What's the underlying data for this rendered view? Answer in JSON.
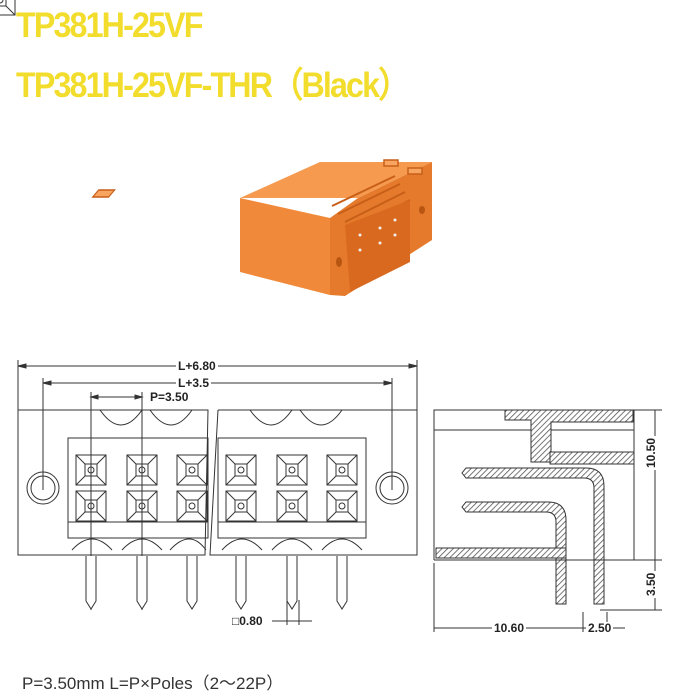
{
  "titles": {
    "line1": "TP381H-25VF",
    "line2": "TP381H-25VF-THR（Black）",
    "color": "#f2dc2c"
  },
  "product_photo": {
    "description": "orange right-angle pin header connector",
    "color": "#f08a3a"
  },
  "front_view": {
    "dimensions": {
      "overall": "L+6.80",
      "mount_holes": "L+3.5",
      "pitch": "P=3.50",
      "pin_size": "□0.80"
    },
    "pin_count_shown": 6
  },
  "side_view": {
    "dimensions": {
      "height": "10.50",
      "pin_length": "3.50",
      "depth": "10.60",
      "row_spacing": "2.50"
    }
  },
  "footer": {
    "spec": "P=3.50mm  L=P×Poles（2～22P）"
  }
}
